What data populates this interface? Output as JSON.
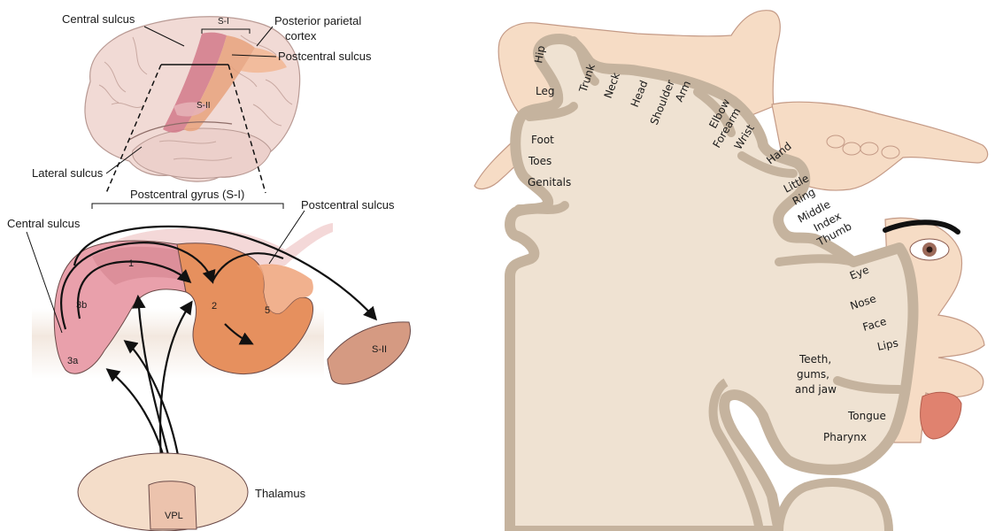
{
  "left_panel": {
    "top_labels": {
      "central_sulcus": "Central sulcus",
      "s1": "S-I",
      "posterior_parietal_line1": "Posterior parietal",
      "posterior_parietal_line2": "cortex",
      "postcentral_sulcus": "Postcentral sulcus",
      "s2_small": "S-II",
      "lateral_sulcus": "Lateral sulcus"
    },
    "gyrus_bracket": "Postcentral gyrus (S-I)",
    "detail_labels": {
      "central_sulcus": "Central sulcus",
      "postcentral_sulcus": "Postcentral sulcus",
      "area_1": "1",
      "area_3b": "3b",
      "area_2": "2",
      "area_5": "5",
      "area_3a": "3a",
      "s2": "S-II"
    },
    "thalamus": {
      "label": "Thalamus",
      "vpl": "VPL"
    }
  },
  "homunculus": {
    "regions": [
      "Hip",
      "Leg",
      "Trunk",
      "Neck",
      "Head",
      "Shoulder",
      "Arm",
      "Elbow",
      "Forearm",
      "Wrist",
      "Hand",
      "Little",
      "Ring",
      "Middle",
      "Index",
      "Thumb",
      "Foot",
      "Toes",
      "Genitals",
      "Eye",
      "Nose",
      "Face",
      "Lips",
      "Teeth,",
      "gums,",
      "and jaw",
      "Tongue",
      "Pharynx"
    ]
  },
  "colors": {
    "cortex_fill": "#efe2d2",
    "cortex_band": "#c5b39e",
    "skin": "#f6dcc5",
    "area_pink": "#e9a0ab",
    "area_orange": "#e6905e",
    "s2_fill": "#d59a82",
    "thalamus_fill": "#f4ddc9"
  }
}
